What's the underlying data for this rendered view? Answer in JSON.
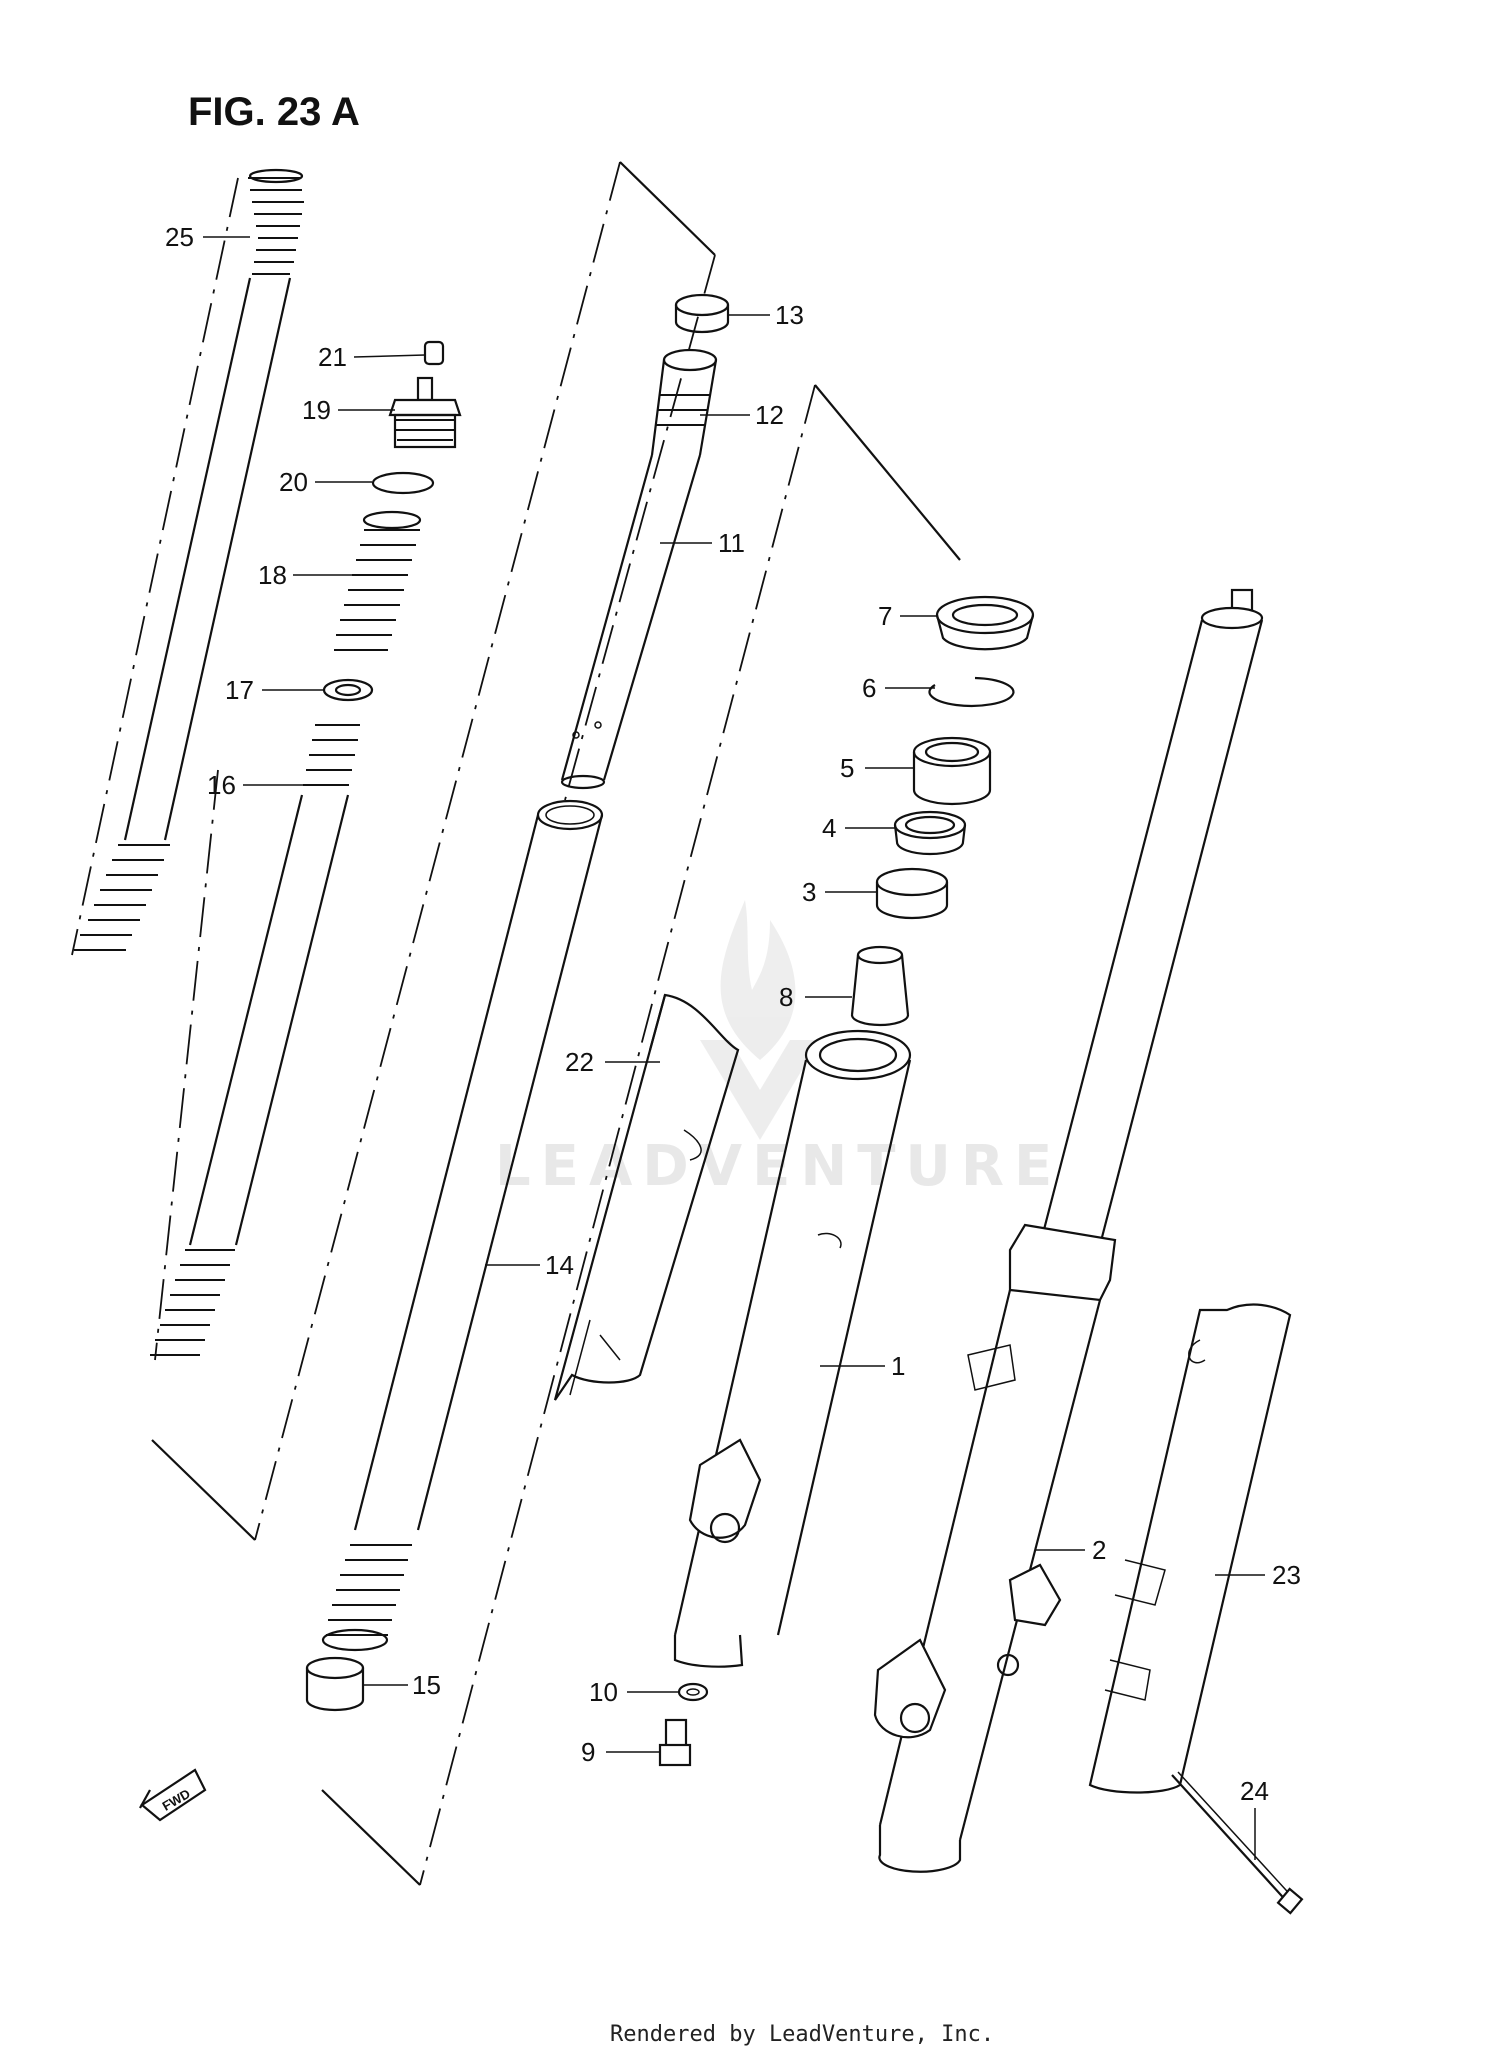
{
  "figure": {
    "title": "FIG. 23 A"
  },
  "watermark": {
    "text": "LEADVENTURE"
  },
  "fwd_badge": {
    "text": "FWD"
  },
  "footer": {
    "text": "Rendered by LeadVenture, Inc."
  },
  "callouts": [
    {
      "id": "1",
      "label": "1"
    },
    {
      "id": "2",
      "label": "2"
    },
    {
      "id": "3",
      "label": "3"
    },
    {
      "id": "4",
      "label": "4"
    },
    {
      "id": "5",
      "label": "5"
    },
    {
      "id": "6",
      "label": "6"
    },
    {
      "id": "7",
      "label": "7"
    },
    {
      "id": "8",
      "label": "8"
    },
    {
      "id": "9",
      "label": "9"
    },
    {
      "id": "10",
      "label": "10"
    },
    {
      "id": "11",
      "label": "11"
    },
    {
      "id": "12",
      "label": "12"
    },
    {
      "id": "13",
      "label": "13"
    },
    {
      "id": "14",
      "label": "14"
    },
    {
      "id": "15",
      "label": "15"
    },
    {
      "id": "16",
      "label": "16"
    },
    {
      "id": "17",
      "label": "17"
    },
    {
      "id": "18",
      "label": "18"
    },
    {
      "id": "19",
      "label": "19"
    },
    {
      "id": "20",
      "label": "20"
    },
    {
      "id": "21",
      "label": "21"
    },
    {
      "id": "22",
      "label": "22"
    },
    {
      "id": "23",
      "label": "23"
    },
    {
      "id": "24",
      "label": "24"
    },
    {
      "id": "25",
      "label": "25"
    }
  ]
}
